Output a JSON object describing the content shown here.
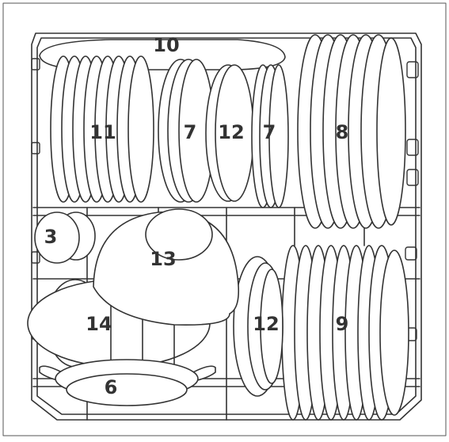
{
  "diagram": {
    "labels": {
      "cups": "3",
      "serving_dish": "6",
      "soup_plates_left": "7",
      "soup_plates_right": "7",
      "dinner_plates": "8",
      "dessert_plates": "9",
      "oval_platter": "10",
      "small_plates": "11",
      "deep_plates_upper": "12",
      "deep_plates_lower": "12",
      "mixing_bowl": "13",
      "pan": "14"
    }
  }
}
